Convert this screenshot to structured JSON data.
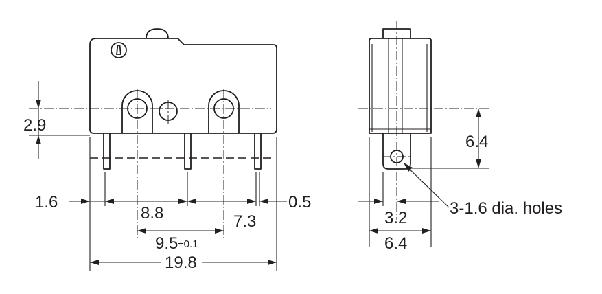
{
  "front_view": {
    "dim_vertical_offset": "2.9",
    "dim_left_pin_offset": "1.6",
    "dim_pin_pitch_left": "8.8",
    "dim_pin_pitch_right": "7.3",
    "dim_terminal_width": "0.5",
    "dim_hole_pitch": "9.5",
    "dim_hole_pitch_tolerance": "±0.1",
    "dim_overall_length": "19.8"
  },
  "side_view": {
    "dim_hole_height": "6.4",
    "dim_hole_offset": "3.2",
    "dim_overall_width": "6.4",
    "hole_note": "3-1.6 dia. holes"
  }
}
